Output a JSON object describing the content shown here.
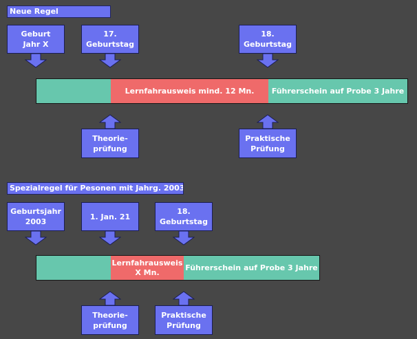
{
  "section1": {
    "title": "Neue Regel",
    "callouts_top": [
      "Geburt\nJahr X",
      "17.\nGeburtstag",
      "18.\nGeburtstag"
    ],
    "segments": [
      "",
      "Lernfahrausweis mind. 12 Mn.",
      "Führerschein auf Probe 3 Jahre"
    ],
    "callouts_bottom": [
      "Theorie-\nprüfung",
      "Praktische\nPrüfung"
    ]
  },
  "section2": {
    "title": "Spezialregel für Pesonen mit Jahrg. 2003",
    "callouts_top": [
      "Geburtsjahr\n2003",
      "1. Jan. 21",
      "18.\nGeburtstag"
    ],
    "segments": [
      "",
      "Lernfahrausweis\nX Mn.",
      "Führerschein auf Probe 3 Jahre"
    ],
    "callouts_bottom": [
      "Theorie-\nprüfung",
      "Praktische\nPrüfung"
    ]
  },
  "colors": {
    "background": "#474747",
    "callout_fill": "#6a71f0",
    "segment_green": "#67c7ad",
    "segment_red": "#ef6a6a"
  },
  "icons": [
    "arrow-down-icon",
    "arrow-up-icon"
  ]
}
